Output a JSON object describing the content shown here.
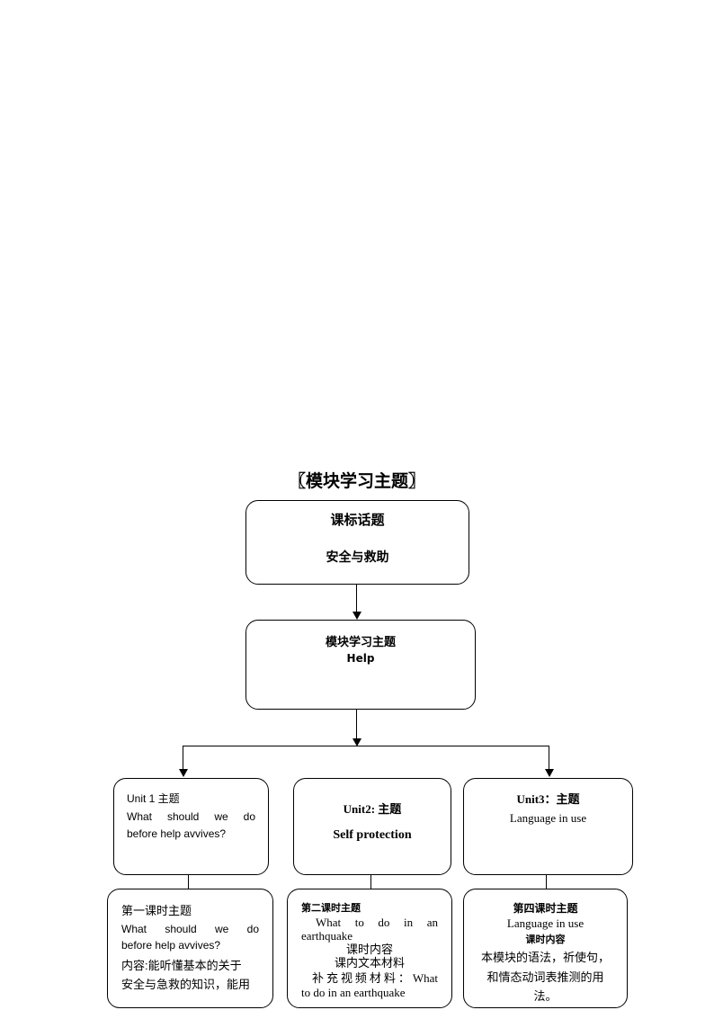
{
  "title": "〖模块学习主题〗",
  "top_box": {
    "heading": "课标话题",
    "text": "安全与救助"
  },
  "module_box": {
    "heading": "模块学习主题",
    "text": "Help"
  },
  "units": [
    {
      "heading": "Unit 1 主题",
      "line1": "What should we do",
      "line2": "before help avvives?"
    },
    {
      "heading": "Unit2:  主题",
      "text": "Self protection"
    },
    {
      "heading": "Unit3：主题",
      "text": "Language in use"
    }
  ],
  "lessons": [
    {
      "heading": "第一课时主题",
      "line1": "What should we do",
      "line2": "before help avvives?",
      "content_line1": "内容:能听懂基本的关于",
      "content_line2": "安全与急救的知识，能用"
    },
    {
      "heading": "第二课时主题",
      "line1": "What to do in an",
      "line2": "earthquake",
      "sub1": "课时内容",
      "sub2": "课内文本材料",
      "line3": "补充视频材料：What",
      "line4": "to do in an earthquake"
    },
    {
      "heading": "第四课时主题",
      "line1": "Language in use",
      "sub1": "课时内容",
      "content_line1": "本模块的语法，祈使句，",
      "content_line2": "和情态动词表推测的用",
      "content_line3": "法。"
    }
  ]
}
